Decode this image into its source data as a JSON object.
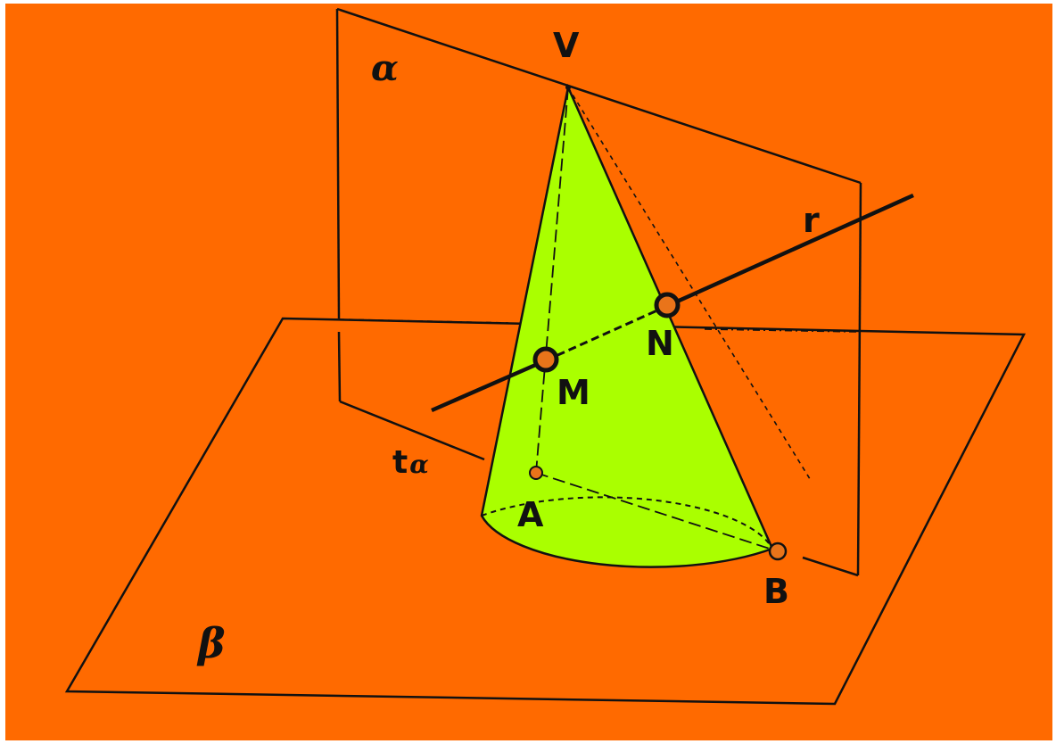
{
  "colors": {
    "background": "#ff6a00",
    "cone": "#aaff00",
    "line": "#111111",
    "point_fill": "#e9741a",
    "frame": "#ffffff"
  },
  "labels": {
    "plane_alpha": "α",
    "plane_beta": "β",
    "vertex": "V",
    "line_r": "r",
    "point_n": "N",
    "point_m": "M",
    "trace": "t",
    "trace_sub": "α",
    "point_a": "A",
    "point_b": "B"
  }
}
